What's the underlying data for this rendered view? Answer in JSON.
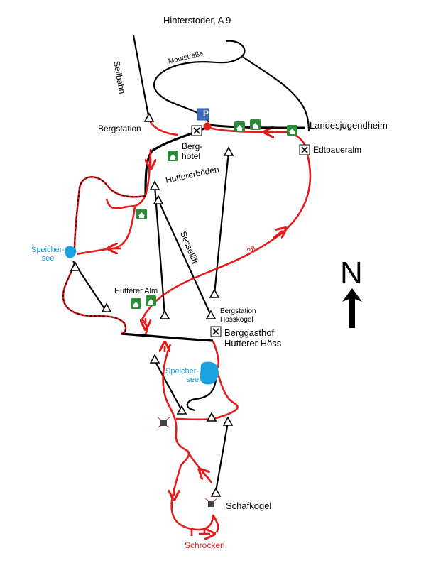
{
  "places": {
    "hinterstoder": "Hinterstoder, A 9",
    "seilbahn": "Seilbahn",
    "mautstrasse": "Mautstraße",
    "bergstation": "Bergstation",
    "parking": "P",
    "berghotel": "Berg-\nhotel",
    "landesjugendheim": "Landesjugendheim",
    "edtbaueralm": "Edtbaueralm",
    "huttererboeden": "Huttererböden",
    "sessellift": "Sessellift",
    "speichersee_1": "Speicher-\nsee",
    "route_number": "38",
    "hutterer_alm": "Hutterer Alm",
    "bergstation_hoesskogel": "Bergstation\nHösskogel",
    "berggasthof": "Berggasthof\nHutterer Höss",
    "speichersee_2": "Speicher-\nsee",
    "schafkoegel": "Schafkögel",
    "schrocken": "Schrocken",
    "compass_north": "N"
  },
  "colors": {
    "trail": "#e31b1b",
    "road": "#000000",
    "lake": "#1aa3e0",
    "hut_badge": "#2e8b3a",
    "parking_badge": "#3d6cc0",
    "marker": "#e31b1b"
  },
  "icons": [
    "parking-icon",
    "restaurant-icon",
    "hut-icon",
    "summit-triangle-icon",
    "cross-icon",
    "north-arrow-icon"
  ]
}
